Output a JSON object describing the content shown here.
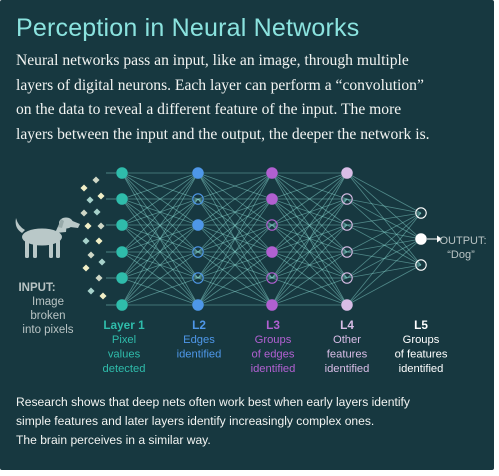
{
  "title": "Perception in Neural Networks",
  "intro_lines": [
    "Neural networks pass an input, like an image, through multiple",
    "layers of digital neurons. Each layer can perform a “convolution”",
    "on the data to reveal a different feature of the input. The more",
    "layers between the input and the output, the deeper the network is."
  ],
  "input_label_lines": [
    "INPUT:",
    "Image",
    "broken",
    "into pixels"
  ],
  "output_label_lines": [
    "OUTPUT:",
    "“Dog”"
  ],
  "layers": [
    {
      "name": "Layer 1",
      "desc": [
        "Pixel",
        "values",
        "detected"
      ],
      "color": "#2fbcab"
    },
    {
      "name": "L2",
      "desc": [
        "Edges",
        "identified"
      ],
      "color": "#4e97e8"
    },
    {
      "name": "L3",
      "desc": [
        "Groups",
        "of edges",
        "identified"
      ],
      "color": "#b160d1"
    },
    {
      "name": "L4",
      "desc": [
        "Other",
        "features",
        "identified"
      ],
      "color": "#d8bde6"
    },
    {
      "name": "L5",
      "desc": [
        "Groups",
        "of features",
        "identified"
      ],
      "color": "#ffffff"
    }
  ],
  "footer_lines": [
    "Research shows that deep nets often work best when early layers identify",
    "simple features and later layers identify increasingly complex ones.",
    "The brain perceives in a similar way."
  ],
  "colors": {
    "background": "#173840",
    "title": "#8be3df",
    "text": "#f2f4f2",
    "muted": "#b9c4c4",
    "connection_lines": "#8ad9d2"
  },
  "icons": [
    "dog-silhouette-icon",
    "pixel-squares-icon"
  ]
}
